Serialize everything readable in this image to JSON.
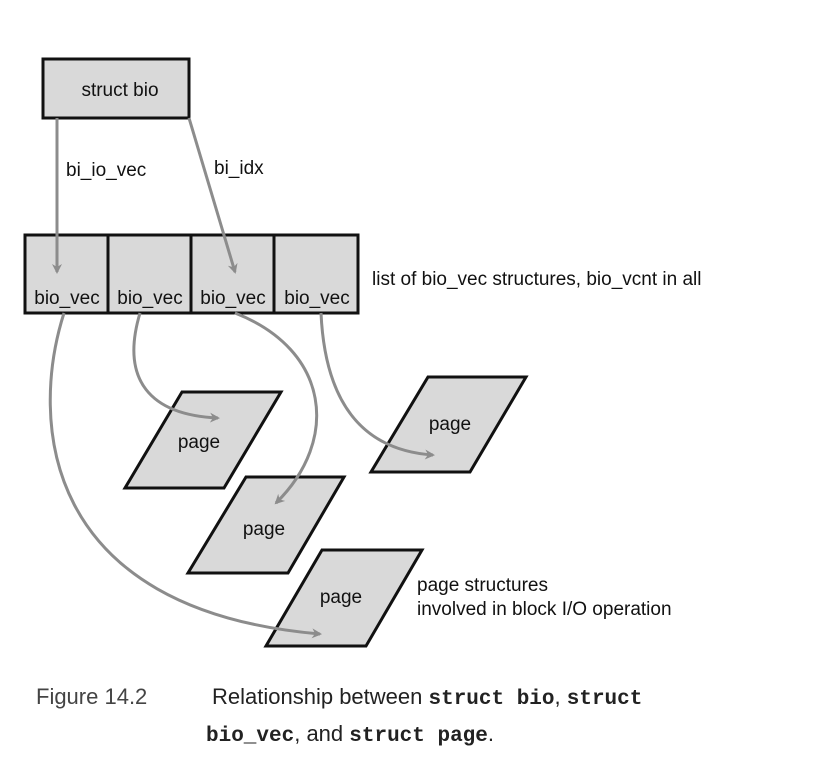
{
  "diagram": {
    "bio_box": {
      "label": "struct bio"
    },
    "edge_labels": {
      "io_vec": "bi_io_vec",
      "idx": "bi_idx"
    },
    "bio_vecs": [
      {
        "label": "bio_vec"
      },
      {
        "label": "bio_vec"
      },
      {
        "label": "bio_vec"
      },
      {
        "label": "bio_vec"
      }
    ],
    "bio_vec_list_note": "list of bio_vec structures, bio_vcnt in all",
    "pages": [
      {
        "label": "page"
      },
      {
        "label": "page"
      },
      {
        "label": "page"
      },
      {
        "label": "page"
      }
    ],
    "page_note_line1": "page structures",
    "page_note_line2": "involved in block I/O operation",
    "colors": {
      "box_fill": "#d9d9d9",
      "arrow": "#8c8c8c",
      "border": "#111111"
    }
  },
  "caption": {
    "figure_number": "Figure 14.2",
    "text_a": "Relationship between ",
    "code_a": "struct bio",
    "text_b": ", ",
    "code_b1": "struct",
    "code_b2": "bio_vec",
    "text_c": ", and ",
    "code_c": "struct page",
    "text_d": "."
  }
}
